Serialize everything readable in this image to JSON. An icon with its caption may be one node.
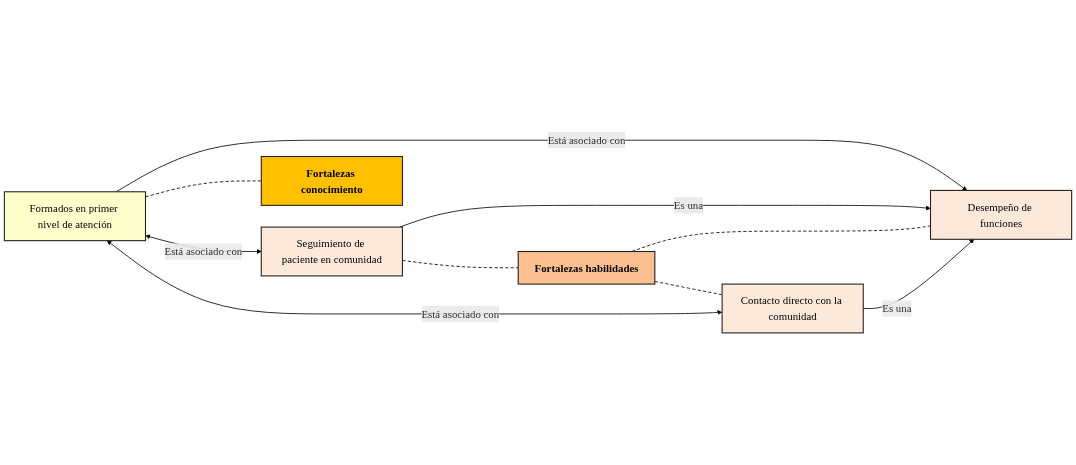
{
  "diagram": {
    "nodes": [
      {
        "text": [
          "Formados en primer nivel de atención"
        ]
      },
      {
        "text": [
          "Seguimiento de paciente en comunidad"
        ]
      },
      {
        "text": [
          "Desempeño de funciones"
        ]
      },
      {
        "text": [
          "Fortalezas conocimiento"
        ]
      },
      {
        "text": [
          "Fortalezas habilidades"
        ]
      },
      {
        "text": [
          "Contacto directo con la comunidad"
        ]
      }
    ],
    "edges": [
      {
        "from": 0,
        "to": 2,
        "label": "Está asociado con",
        "arrow": "to"
      },
      {
        "from": 0,
        "to": 1,
        "label": "Está asociado con",
        "arrow": "both"
      },
      {
        "from": 1,
        "to": 2,
        "label": "Es una",
        "arrow": "to"
      },
      {
        "from": 0,
        "to": 3,
        "arrow": "none",
        "style": "dashed"
      },
      {
        "from": 1,
        "to": 4,
        "arrow": "none",
        "style": "dashed"
      },
      {
        "from": 4,
        "to": 2,
        "arrow": "none",
        "style": "dashed"
      },
      {
        "from": 4,
        "to": 5,
        "arrow": "none",
        "style": "dashed"
      },
      {
        "from": 5,
        "to": 0,
        "label": "Está asociado con",
        "arrow": "both"
      },
      {
        "from": 5,
        "to": 2,
        "label": "Es una",
        "arrow": "to"
      }
    ]
  }
}
